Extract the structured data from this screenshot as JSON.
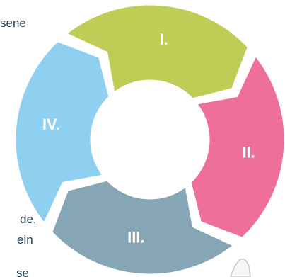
{
  "diagram": {
    "segments": [
      {
        "label": "I.",
        "color": "#bfcc55"
      },
      {
        "label": "II.",
        "color": "#ee6f98"
      },
      {
        "label": "III.",
        "color": "#86a6b5"
      },
      {
        "label": "IV.",
        "color": "#8fd0f1"
      }
    ],
    "center_color": "#ffffff"
  },
  "text_fragments": {
    "top_left": "sene",
    "bottom_left_1": "de,",
    "bottom_left_2": "ein",
    "bottom_left_3": "se"
  }
}
